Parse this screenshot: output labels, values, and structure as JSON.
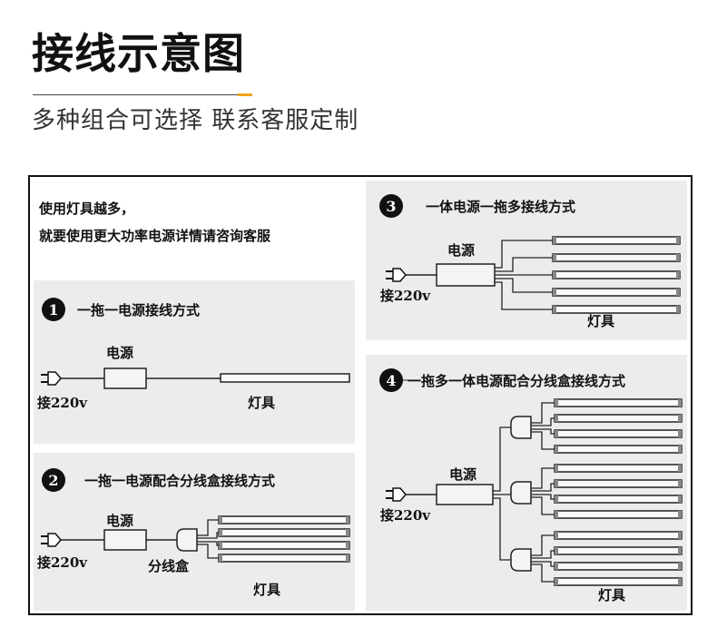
{
  "header": {
    "title": "接线示意图",
    "subtitle": "多种组合可选择  联系客服定制",
    "accent_color": "#f0a318"
  },
  "note": {
    "line1": "使用灯具越多，",
    "line2": "就要使用更大功率电源详情请咨询客服"
  },
  "labels": {
    "power": "电源",
    "input": "接220v",
    "lamp": "灯具",
    "splitter": "分线盒"
  },
  "sections": [
    {
      "number": "1",
      "title": "一拖一电源接线方式",
      "lamp_count": 1
    },
    {
      "number": "2",
      "title": "一拖一电源配合分线盒接线方式",
      "lamp_count": 4
    },
    {
      "number": "3",
      "title": "一体电源一拖多接线方式",
      "lamp_count": 5
    },
    {
      "number": "4",
      "title": "一拖多一体电源配合分线盒接线方式",
      "lamp_count": 12
    }
  ]
}
